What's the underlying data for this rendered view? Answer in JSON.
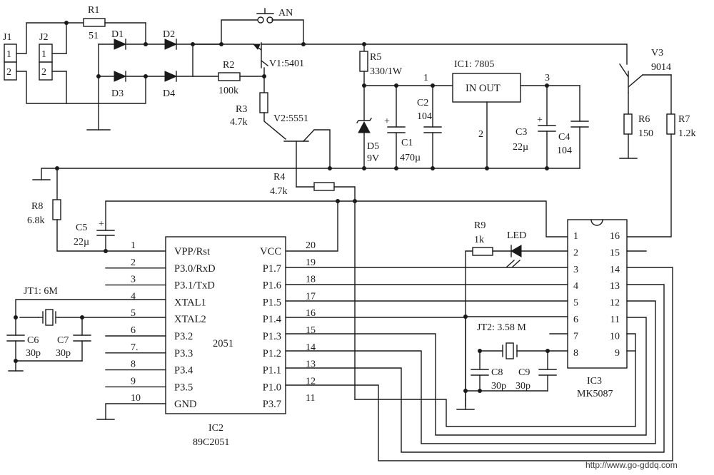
{
  "labels": {
    "j1": "J1",
    "j2": "J2",
    "j1_p1": "1",
    "j1_p2": "2",
    "j2_p1": "1",
    "j2_p2": "2",
    "r1": "R1",
    "r1_val": "51",
    "d1": "D1",
    "d2": "D2",
    "d3": "D3",
    "d4": "D4",
    "an": "AN",
    "r2": "R2",
    "r2_val": "100k",
    "v1": "V1:5401",
    "r3": "R3",
    "r3_val": "4.7k",
    "v2": "V2:5551",
    "r4": "R4",
    "r4_val": "4.7k",
    "r5": "R5",
    "r5_val": "330/1W",
    "d5": "D5",
    "d5_val": "9V",
    "c1": "C1",
    "c1_val": "470µ",
    "c2": "C2",
    "c2_val": "104",
    "ic1": "IC1:  7805",
    "ic1_body": "IN OUT",
    "ic1_p1": "1",
    "ic1_p2": "2",
    "ic1_p3": "3",
    "c3": "C3",
    "c3_val": "22µ",
    "c4": "C4",
    "c4_val": "104",
    "v3": "V3",
    "v3_val": "9014",
    "r6": "R6",
    "r6_val": "150",
    "r7": "R7",
    "r7_val": "1.2k",
    "r8": "R8",
    "r8_val": "6.8k",
    "c5": "C5",
    "c5_val": "22µ",
    "jt1": "JT1:  6M",
    "c6": "C6",
    "c6_val": "30p",
    "c7": "C7",
    "c7_val": "30p",
    "r9": "R9",
    "r9_val": "1k",
    "led": "LED",
    "jt2": "JT2:  3.58 M",
    "c8": "C8",
    "c8_val": "30p",
    "c9": "C9",
    "c9_val": "30p",
    "plus": "+",
    "ic2_center": "2051",
    "ic2": "IC2",
    "ic2_part": "89C2051",
    "ic3": "IC3",
    "ic3_part": "MK5087",
    "watermark": "http://www.go-gddq.com"
  },
  "ic2_left_pins": [
    {
      "num": "1",
      "name": "VPP/Rst"
    },
    {
      "num": "2",
      "name": "P3.0/RxD"
    },
    {
      "num": "3",
      "name": "P3.1/TxD"
    },
    {
      "num": "4",
      "name": "XTAL1"
    },
    {
      "num": "5",
      "name": "XTAL2"
    },
    {
      "num": "6",
      "name": "P3.2"
    },
    {
      "num": "7.",
      "name": "P3.3"
    },
    {
      "num": "8",
      "name": "P3.4"
    },
    {
      "num": "9",
      "name": "P3.5"
    },
    {
      "num": "10",
      "name": "GND"
    }
  ],
  "ic2_right_pins": [
    {
      "num": "20",
      "name": "VCC"
    },
    {
      "num": "19",
      "name": "P1.7"
    },
    {
      "num": "18",
      "name": "P1.6"
    },
    {
      "num": "17",
      "name": "P1.5"
    },
    {
      "num": "16",
      "name": "P1.4"
    },
    {
      "num": "15",
      "name": "P1.3"
    },
    {
      "num": "14",
      "name": "P1.2"
    },
    {
      "num": "13",
      "name": "P1.1"
    },
    {
      "num": "12",
      "name": "P1.0"
    },
    {
      "num": "11",
      "name": "P3.7"
    }
  ],
  "ic3_left_pins": [
    "1",
    "2",
    "3",
    "4",
    "5",
    "6",
    "7",
    "8"
  ],
  "ic3_right_pins": [
    "16",
    "15",
    "14",
    "13",
    "12",
    "11",
    "10",
    "9"
  ]
}
